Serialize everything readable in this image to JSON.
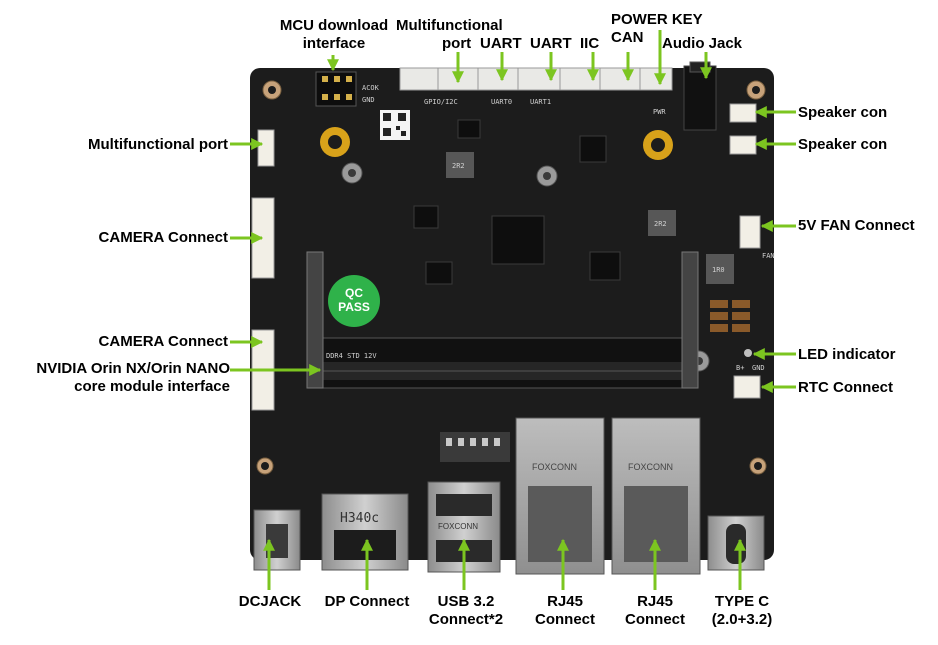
{
  "title": "",
  "board": {
    "qc_line1": "QC",
    "qc_line2": "PASS",
    "slot_silk": "DDR4 STD 12V",
    "hdmi_silk": "H340c",
    "foxconn": "FOXCONN",
    "usb_silk": "FOXCONN",
    "inductor_2r2": "2R2",
    "inductor_1r0": "1R0",
    "silk_gpio": "GPIO/I2C",
    "silk_uart0": "UART0",
    "silk_uart1": "UART1",
    "silk_pwr": "PWR",
    "silk_acok": "ACOK",
    "silk_gnd": "GND",
    "silk_b": "B+",
    "silk_gnd2": "GND",
    "silk_fan": "FAN"
  },
  "labels": {
    "mcu_download": [
      "MCU download",
      "interface"
    ],
    "multi_top": [
      "Multifunctional",
      "port"
    ],
    "uart1": "UART",
    "uart2": "UART",
    "iic": "IIC",
    "power_key": [
      "POWER KEY",
      "CAN"
    ],
    "audio_jack": "Audio Jack",
    "speaker1": "Speaker con",
    "speaker2": "Speaker con",
    "fan": "5V FAN Connect",
    "led": "LED indicator",
    "rtc": "RTC Connect",
    "multi_left": "Multifunctional port",
    "camera1": "CAMERA Connect",
    "camera2": "CAMERA Connect",
    "nvidia": [
      "NVIDIA Orin NX/Orin NANO",
      "core module interface"
    ],
    "dcjack": "DCJACK",
    "dp": "DP Connect",
    "usb": [
      "USB 3.2",
      "Connect*2"
    ],
    "rj45_1": [
      "RJ45",
      "Connect"
    ],
    "rj45_2": [
      "RJ45",
      "Connect"
    ],
    "typec": [
      "TYPE C",
      "(2.0+3.2)"
    ]
  },
  "colors": {
    "pcb": "#1c1c1c",
    "arrow": "#7cc520",
    "metal": "#a8a8a8",
    "gold": "#d8a21a",
    "qc": "#2fb24a"
  }
}
